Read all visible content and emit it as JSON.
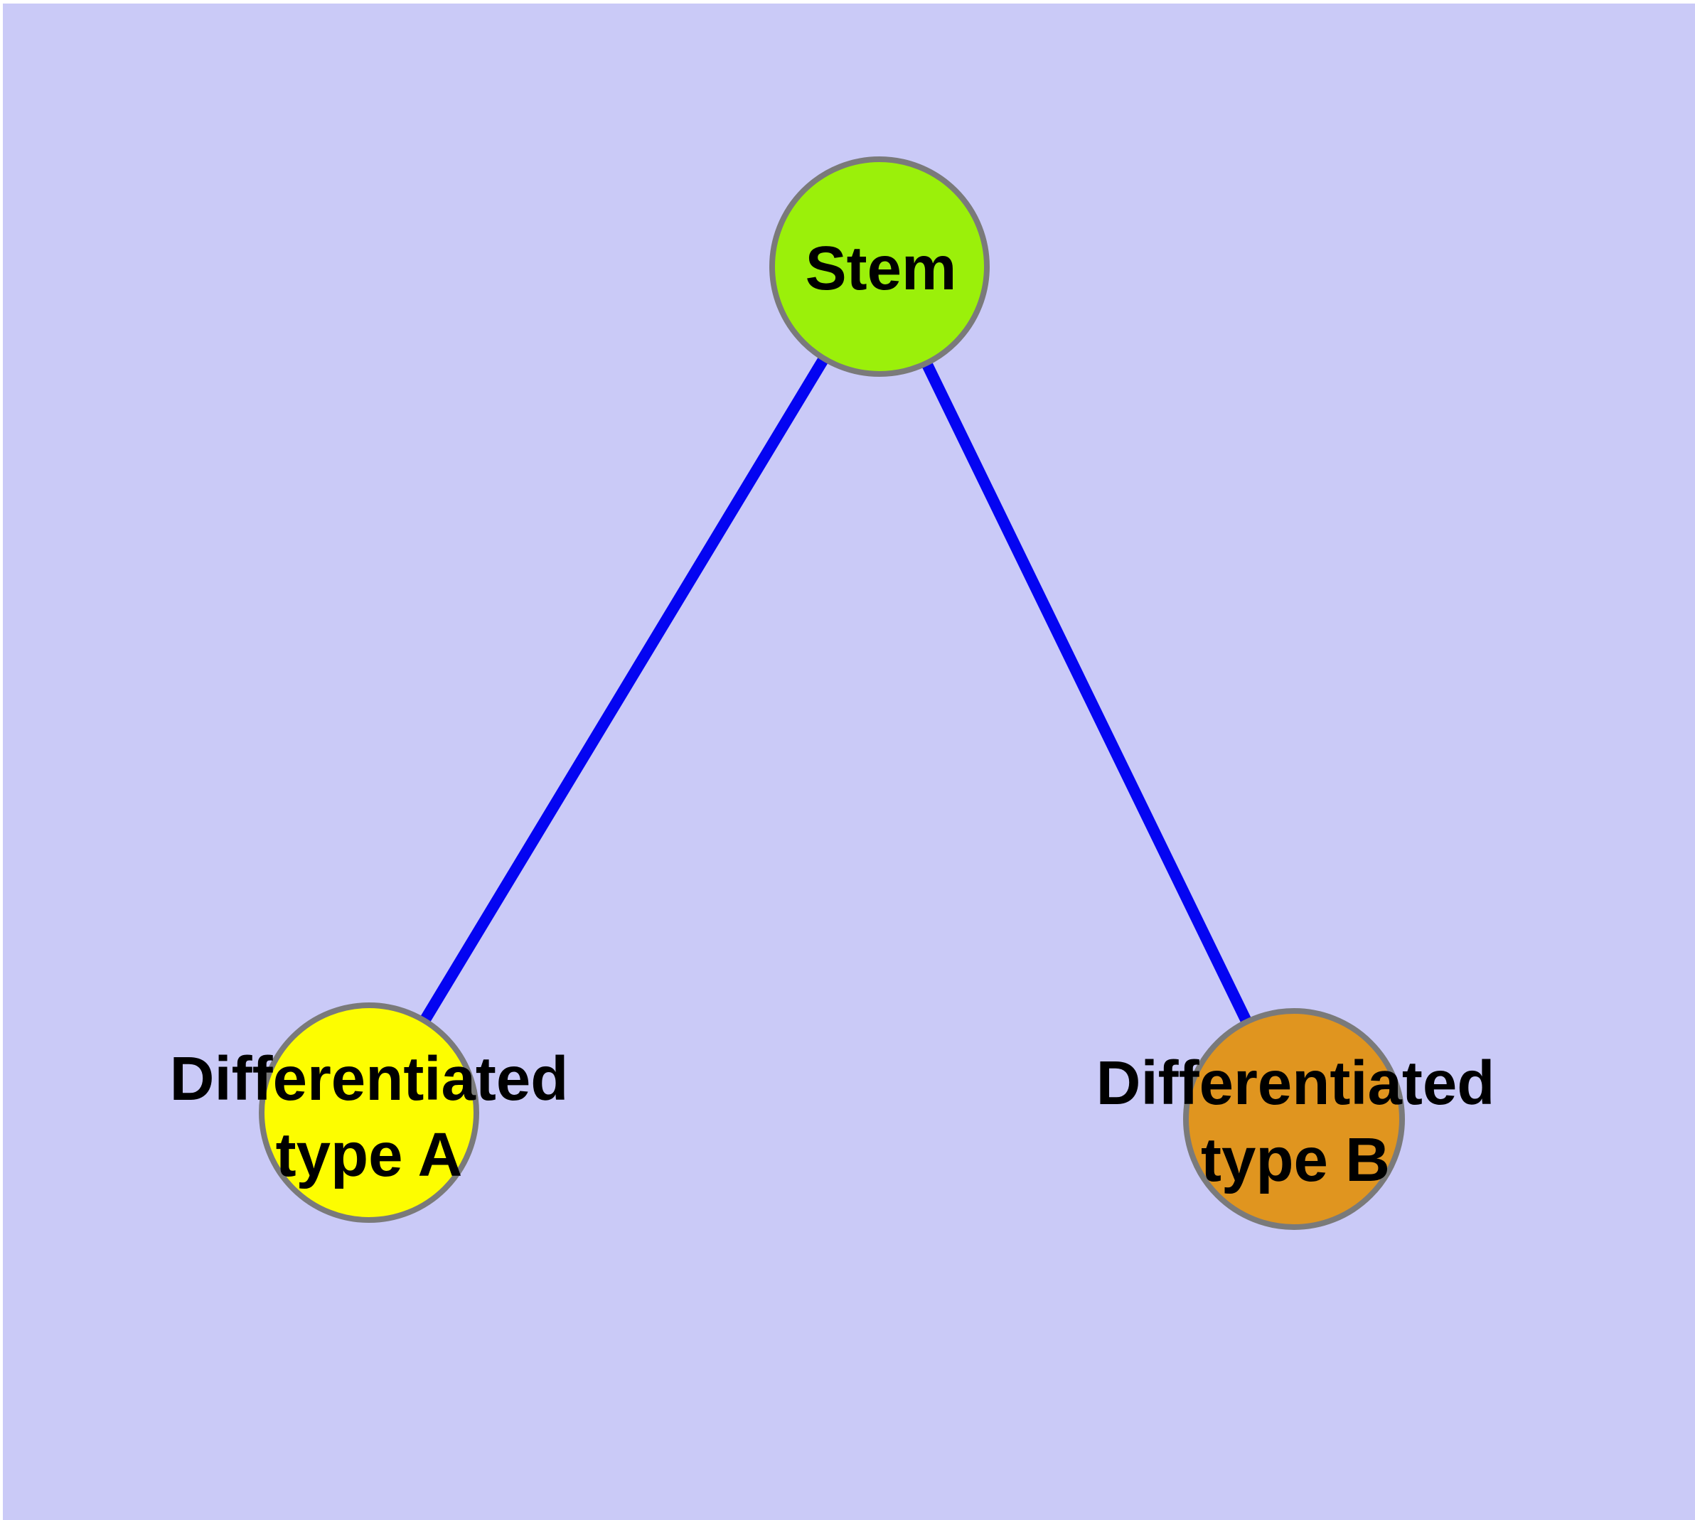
{
  "diagram": {
    "background_color": "#cacaf7",
    "text_color": "#000000",
    "node_border_color": "#7a7a7a",
    "edge_color": "#0404f2",
    "nodes": [
      {
        "id": "stem",
        "label": "Stem",
        "label_lines": [
          "Stem"
        ],
        "fill": "#9bf00a"
      },
      {
        "id": "differentiated-type-a",
        "label": "Differentiated type A",
        "label_lines": [
          "Differentiated",
          "type A"
        ],
        "fill": "#fdfd00"
      },
      {
        "id": "differentiated-type-b",
        "label": "Differentiated type B",
        "label_lines": [
          "Differentiated",
          "type B"
        ],
        "fill": "#e0951f"
      }
    ],
    "edges": [
      {
        "from": "stem",
        "to": "differentiated-type-a"
      },
      {
        "from": "stem",
        "to": "differentiated-type-b"
      }
    ]
  }
}
